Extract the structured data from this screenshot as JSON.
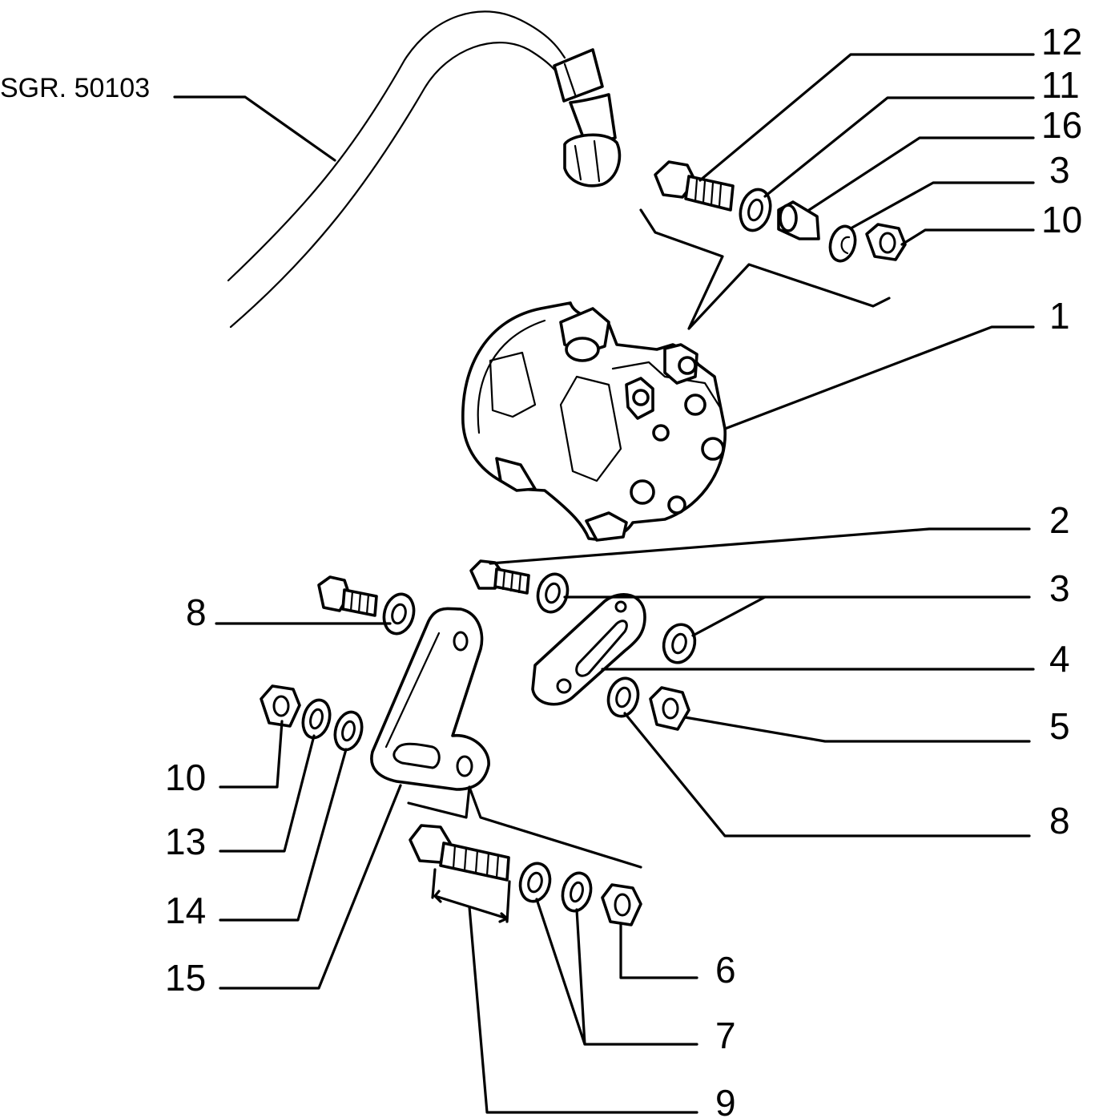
{
  "reference": "SGR. 50103",
  "callouts": [
    {
      "id": "c12-top",
      "text": "12"
    },
    {
      "id": "c11-top",
      "text": "11"
    },
    {
      "id": "c16-top",
      "text": "16"
    },
    {
      "id": "c3-top",
      "text": "3"
    },
    {
      "id": "c10-top",
      "text": "10"
    },
    {
      "id": "c1",
      "text": "1"
    },
    {
      "id": "c2",
      "text": "2"
    },
    {
      "id": "c3-mid",
      "text": "3"
    },
    {
      "id": "c4",
      "text": "4"
    },
    {
      "id": "c5",
      "text": "5"
    },
    {
      "id": "c8-right",
      "text": "8"
    },
    {
      "id": "c8-left",
      "text": "8"
    },
    {
      "id": "c10-left",
      "text": "10"
    },
    {
      "id": "c13",
      "text": "13"
    },
    {
      "id": "c14",
      "text": "14"
    },
    {
      "id": "c15",
      "text": "15"
    },
    {
      "id": "c6",
      "text": "6"
    },
    {
      "id": "c7",
      "text": "7"
    },
    {
      "id": "c9",
      "text": "9"
    }
  ],
  "parts": [
    "refrigerant-hose",
    "compressor",
    "bolt-12",
    "washer-11",
    "spacer-16",
    "washer-3",
    "nut-10",
    "bolt-2",
    "washer-3-mid",
    "washer-3-right",
    "slotted-bracket-4",
    "washer-8-right",
    "nut-5",
    "bolt-8-left",
    "washer-8-left",
    "nut-10-left",
    "washer-13",
    "washer-14",
    "mounting-bracket-15",
    "bolt-9",
    "washer-7a",
    "washer-7b",
    "nut-6"
  ]
}
